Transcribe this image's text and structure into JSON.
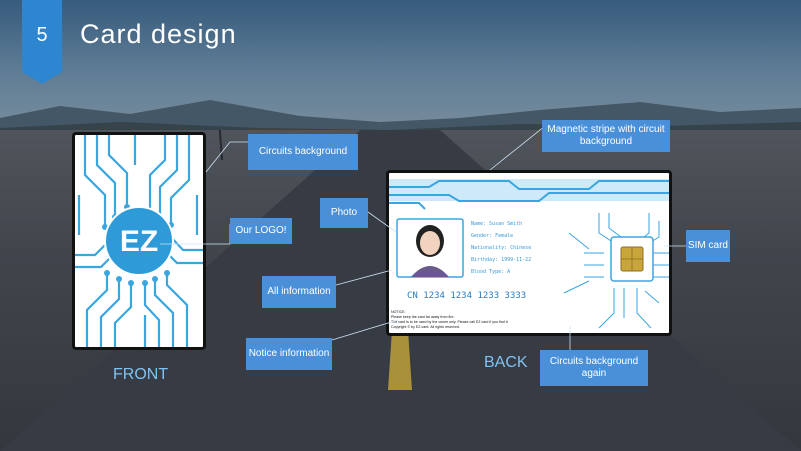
{
  "slide": {
    "number": "5",
    "title": "Card design"
  },
  "captions": {
    "front": "FRONT",
    "back": "BACK"
  },
  "labels": {
    "circuits_background": "Circuits background",
    "our_logo": "Our LOGO!",
    "photo": "Photo",
    "magnetic_stripe": "Magnetic stripe with circuit background",
    "sim_card": "SIM card",
    "all_information": "All information",
    "notice_information": "Notice information",
    "circuits_background_again": "Circuits background again"
  },
  "card": {
    "logo_text": "EZ",
    "name": "Name: Susan Smith",
    "gender": "Gender: Female",
    "nationality": "Nationality: Chinese",
    "birthday": "Birthday: 1999-11-22",
    "blood_type": "Blood Type: A",
    "card_number": "CN 1234 1234 1233 3333",
    "notice_title": "NOTICE:",
    "notice_line1": "Please keep the card far away from fire.",
    "notice_line2": "The card is to be used by the owner only. Please call EZ card if you find it.",
    "notice_line3": "Copyright © by EZ card. All rights reserved."
  },
  "colors": {
    "accent": "#4a90d9",
    "tab": "#2f86d0",
    "circuit": "#3aa6e0",
    "caption": "#7fc3f5"
  }
}
